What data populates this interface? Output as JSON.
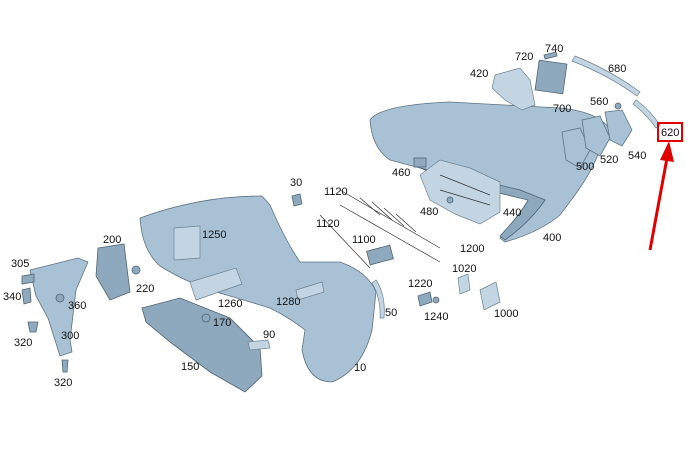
{
  "diagram": {
    "highlight_color": "#e00000",
    "part_color": "#a9c1d4",
    "highlighted_part": "620",
    "labels": {
      "p10": "10",
      "p30": "30",
      "p50": "50",
      "p90": "90",
      "p150": "150",
      "p170": "170",
      "p200": "200",
      "p220": "220",
      "p300": "300",
      "p305": "305",
      "p320a": "320",
      "p320b": "320",
      "p340": "340",
      "p360": "360",
      "p400": "400",
      "p420": "420",
      "p440": "440",
      "p460": "460",
      "p480": "480",
      "p500": "500",
      "p520": "520",
      "p540": "540",
      "p560": "560",
      "p620": "620",
      "p680": "680",
      "p700": "700",
      "p720": "720",
      "p740": "740",
      "p1000": "1000",
      "p1020": "1020",
      "p1100": "1100",
      "p1120a": "1120",
      "p1120b": "1120",
      "p1200": "1200",
      "p1220": "1220",
      "p1240": "1240",
      "p1250": "1250",
      "p1260": "1260",
      "p1280": "1280"
    }
  }
}
